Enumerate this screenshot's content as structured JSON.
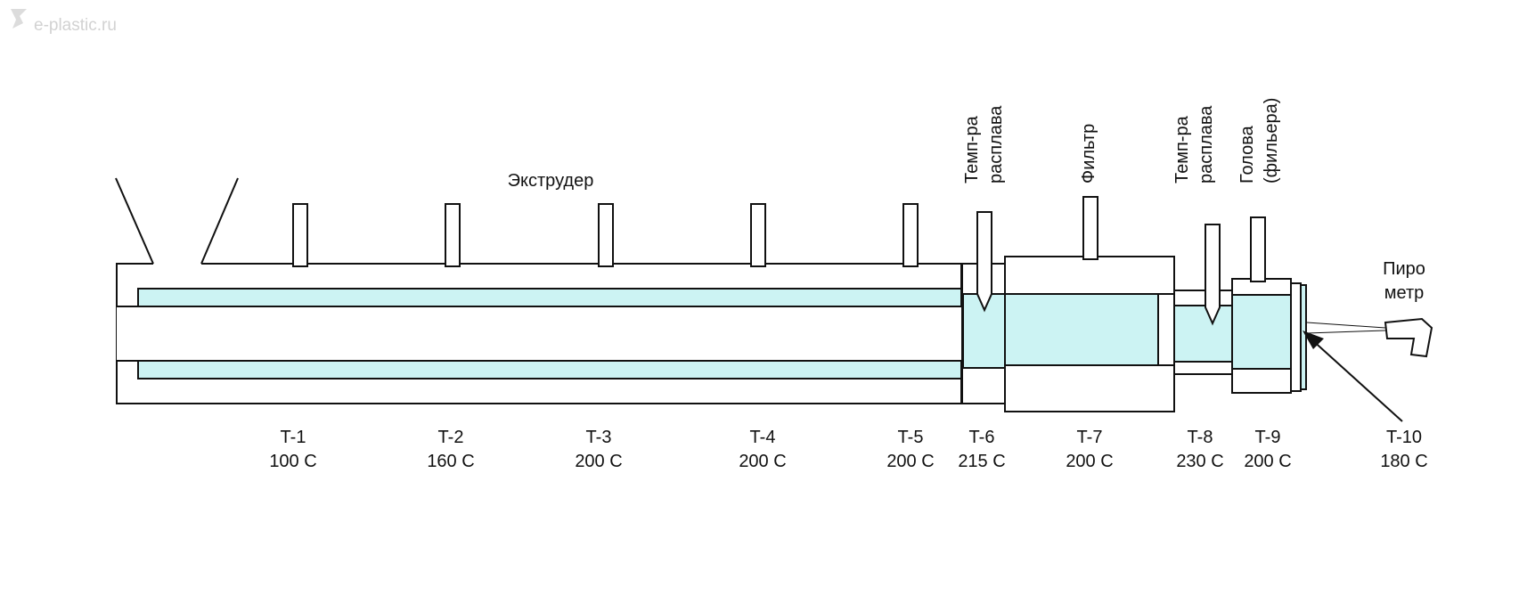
{
  "watermark": "e-plastic.ru",
  "colors": {
    "melt": "#ccf3f3",
    "stroke": "#111111",
    "watermark": "#d2d2d2"
  },
  "labels": {
    "extruder": "Экструдер",
    "melt_temp_1": [
      "Темп-ра",
      "расплава"
    ],
    "filter": "Фильтр",
    "melt_temp_2": [
      "Темп-ра",
      "расплава"
    ],
    "head": [
      "Голова",
      "(фильера)"
    ],
    "pyrometer": [
      "Пиро",
      "метр"
    ]
  },
  "zones": [
    {
      "id": "T-1",
      "temp": "100 C"
    },
    {
      "id": "T-2",
      "temp": "160 C"
    },
    {
      "id": "T-3",
      "temp": "200 C"
    },
    {
      "id": "T-4",
      "temp": "200 C"
    },
    {
      "id": "T-5",
      "temp": "200 C"
    },
    {
      "id": "T-6",
      "temp": "215 C"
    },
    {
      "id": "T-7",
      "temp": "200 C"
    },
    {
      "id": "T-8",
      "temp": "230 C"
    },
    {
      "id": "T-9",
      "temp": "200 C"
    },
    {
      "id": "T-10",
      "temp": "180 C"
    }
  ]
}
